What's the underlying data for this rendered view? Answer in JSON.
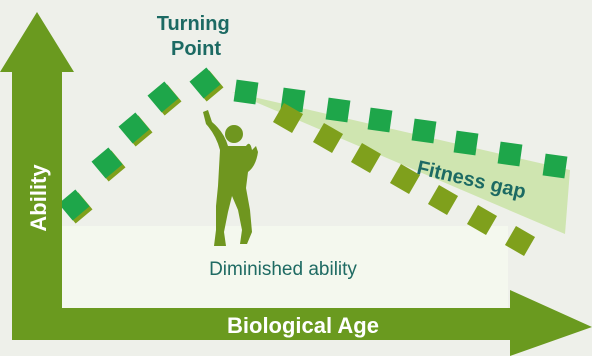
{
  "diagram": {
    "turning_point": "Turning\nPoint",
    "fitness_gap": "Fitness gap",
    "diminished": "Diminished ability",
    "y_axis": "Ability",
    "x_axis": "Biological Age"
  },
  "colors": {
    "axis": "#6a9a1f",
    "marker_bright": "#1ea64a",
    "marker_olive": "#7fa01c",
    "gap_fill": "#cfe5b0",
    "box_fill": "#f4f8ee",
    "title": "#1c6a63",
    "figure": "#6f961f",
    "dark_text": "#1f6b63"
  },
  "icons": {
    "figure": "dancing-person-icon"
  }
}
